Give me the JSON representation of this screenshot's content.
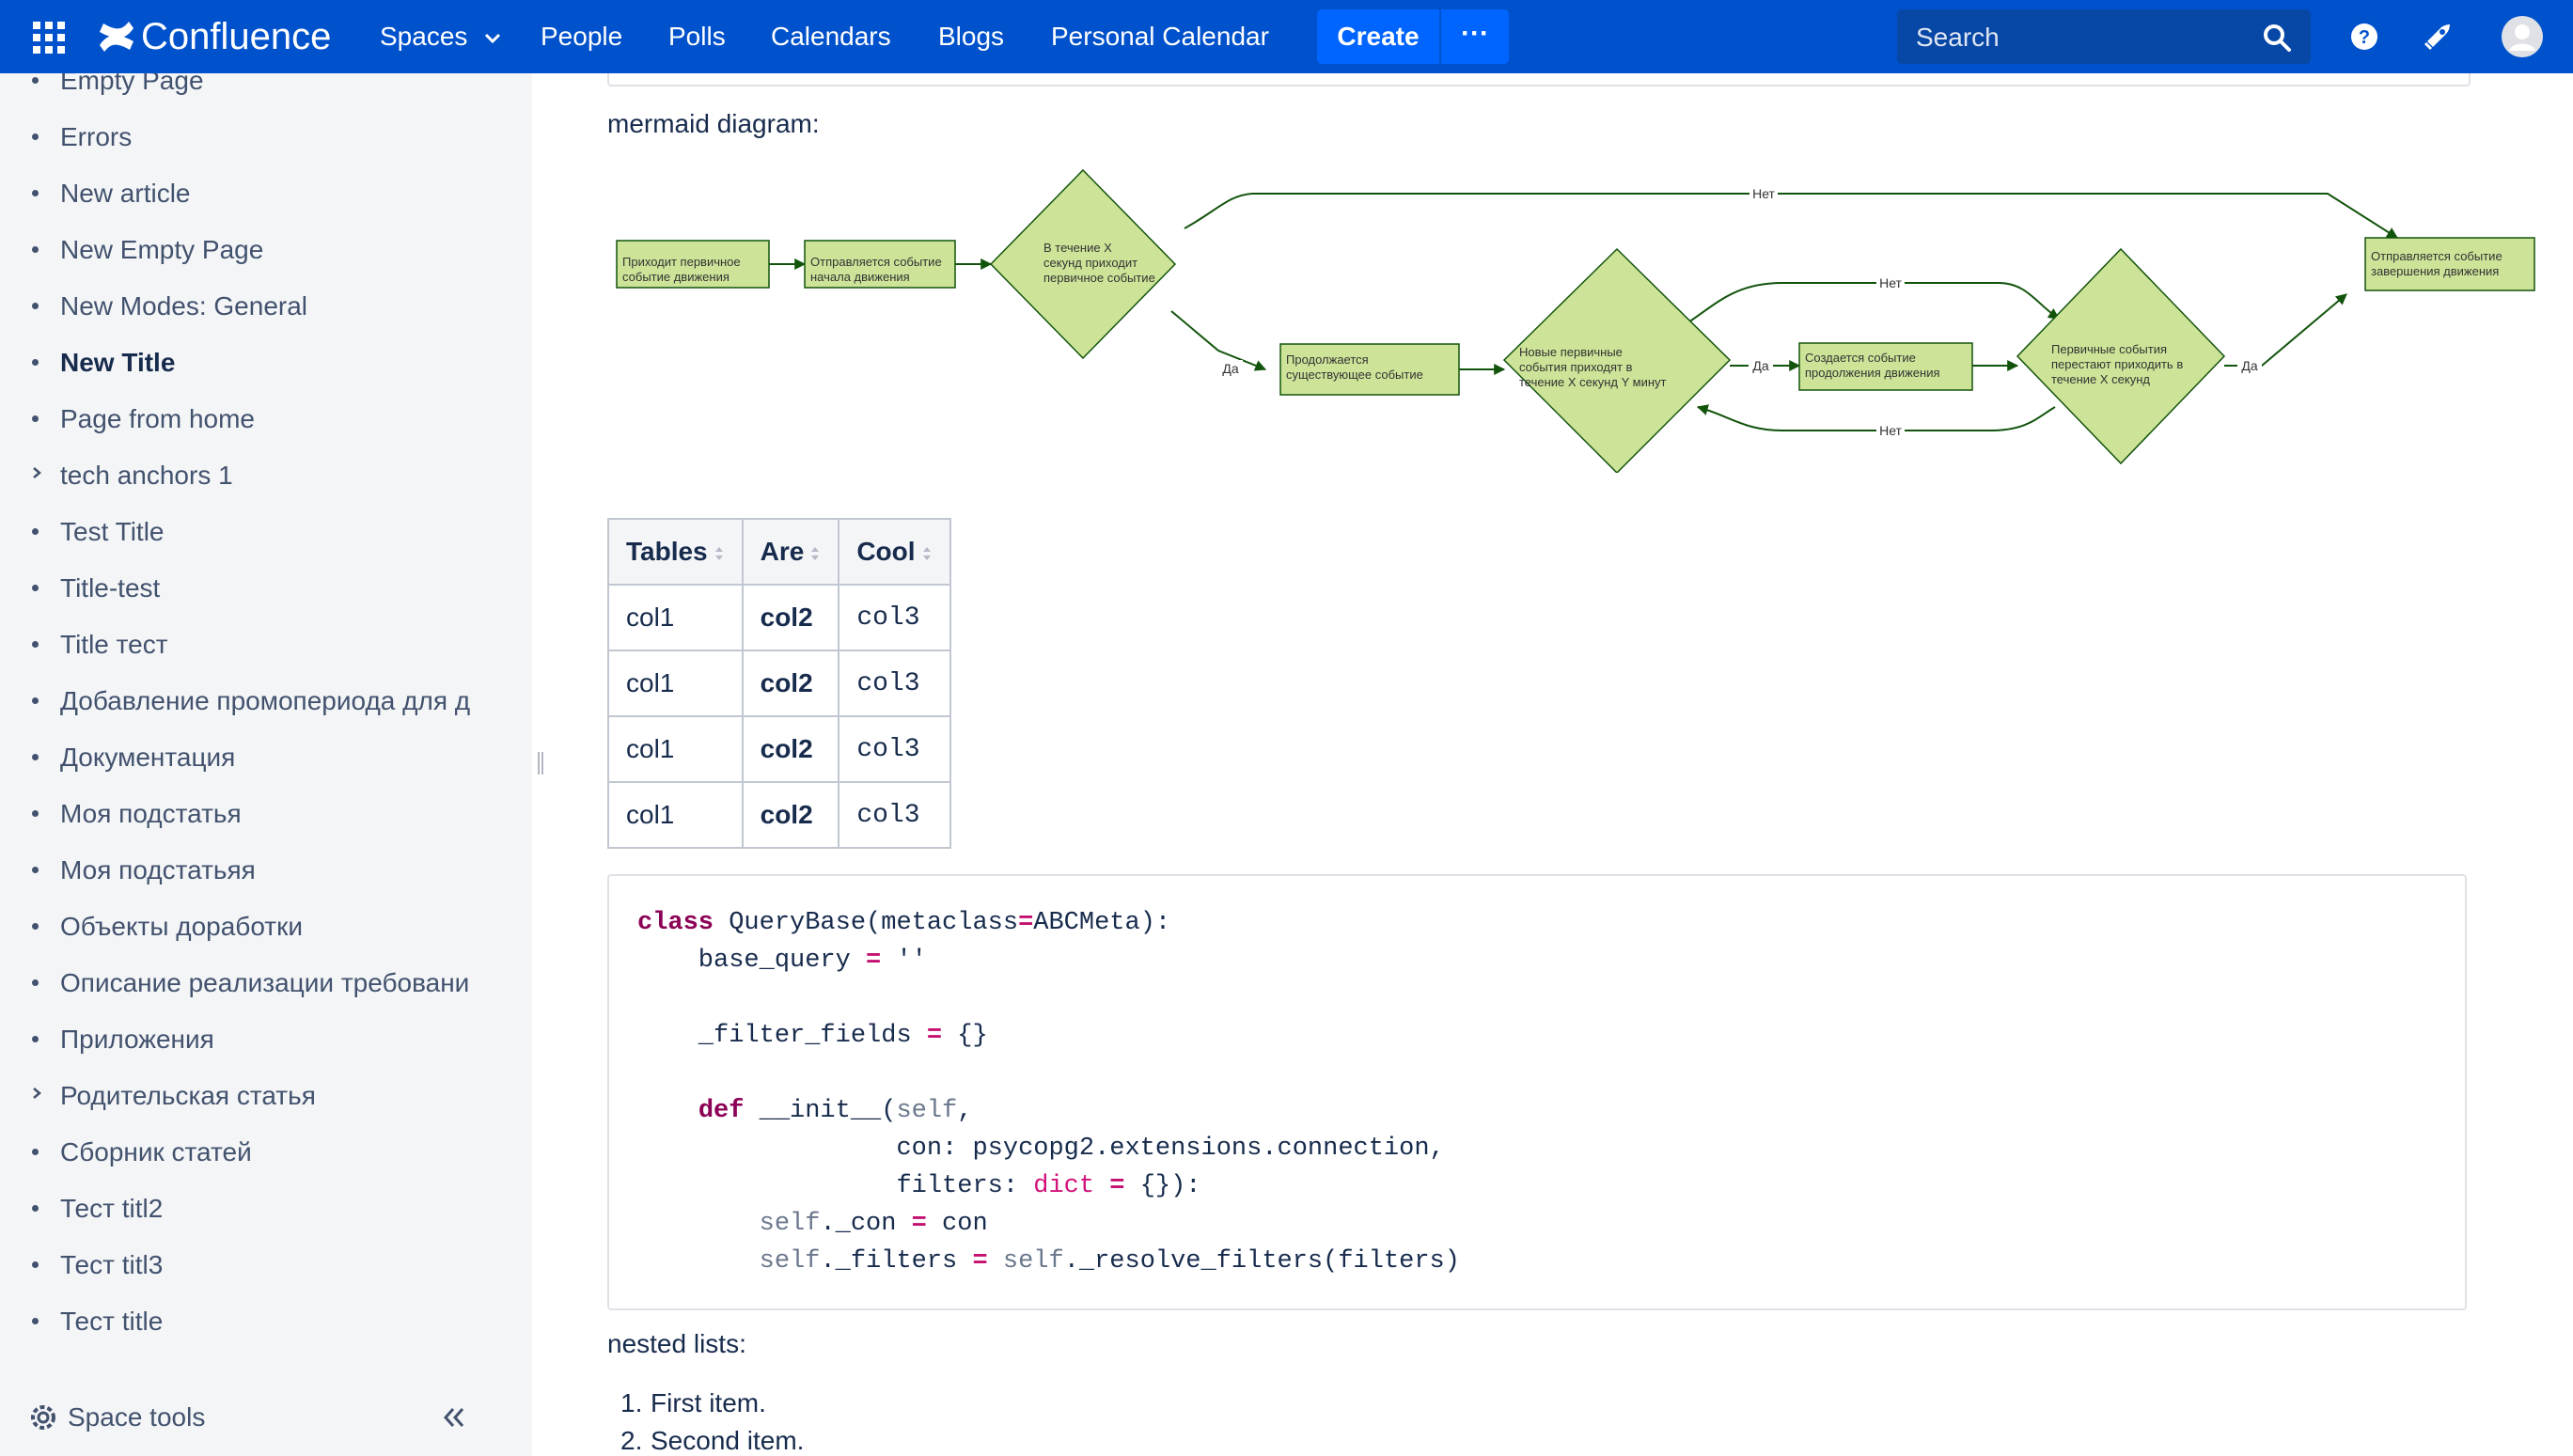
{
  "header": {
    "logo": "Confluence",
    "nav": [
      {
        "label": "Spaces",
        "dropdown": true
      },
      {
        "label": "People"
      },
      {
        "label": "Polls"
      },
      {
        "label": "Calendars"
      },
      {
        "label": "Blogs"
      },
      {
        "label": "Personal Calendar"
      }
    ],
    "create_label": "Create",
    "more_label": "···",
    "search_placeholder": "Search",
    "icons": [
      "help-icon",
      "notifications-icon",
      "avatar-icon"
    ],
    "color": "#0052cc"
  },
  "sidebar": {
    "items": [
      {
        "label": "Empty Page",
        "type": "bullet"
      },
      {
        "label": "Errors",
        "type": "bullet"
      },
      {
        "label": "New article",
        "type": "bullet"
      },
      {
        "label": "New Empty Page",
        "type": "bullet"
      },
      {
        "label": "New Modes: General",
        "type": "bullet"
      },
      {
        "label": "New Title",
        "type": "bullet",
        "current": true
      },
      {
        "label": "Page from home",
        "type": "bullet"
      },
      {
        "label": "tech anchors 1",
        "type": "chevron"
      },
      {
        "label": "Test Title",
        "type": "bullet"
      },
      {
        "label": "Title-test",
        "type": "bullet"
      },
      {
        "label": "Title тест",
        "type": "bullet"
      },
      {
        "label": "Добавление промопериода для д",
        "type": "bullet"
      },
      {
        "label": "Документация",
        "type": "bullet"
      },
      {
        "label": "Моя подстатья",
        "type": "bullet"
      },
      {
        "label": "Моя подстатьяя",
        "type": "bullet"
      },
      {
        "label": "Объекты доработки",
        "type": "bullet"
      },
      {
        "label": "Описание реализации требовани",
        "type": "bullet"
      },
      {
        "label": "Приложения",
        "type": "bullet"
      },
      {
        "label": "Родительская статья",
        "type": "chevron"
      },
      {
        "label": "Сборник статей",
        "type": "bullet"
      },
      {
        "label": "Тест titl2",
        "type": "bullet"
      },
      {
        "label": "Тест titl3",
        "type": "bullet"
      },
      {
        "label": "Тест title",
        "type": "bullet"
      }
    ],
    "space_tools_label": "Space tools",
    "collapse_label": "«"
  },
  "content": {
    "mermaid_label": "mermaid diagram:",
    "diagram": {
      "nodes": {
        "n1": "Приходит первичное|событие движения",
        "n2": "Отправляется событие|начала движения",
        "n3": "В течение X|секунд приходит|первичное событие",
        "n4": "Продолжается|существующее событие",
        "n5": "Новые первичные|события приходят в|течение X секунд Y минут",
        "n6": "Создается событие|продолжения движения",
        "n7": "Первичные события|перестают приходить в|течение X секунд",
        "n8": "Отправляется событие|завершения движения"
      },
      "edges": {
        "no": "Нет",
        "yes": "Да"
      },
      "fill": "#cde498",
      "stroke": "#13540c"
    },
    "table": {
      "headers": [
        "Tables",
        "Are",
        "Cool"
      ],
      "rows": [
        [
          "col1",
          "col2",
          "col3"
        ],
        [
          "col1",
          "col2",
          "col3"
        ],
        [
          "col1",
          "col2",
          "col3"
        ],
        [
          "col1",
          "col2",
          "col3"
        ]
      ]
    },
    "code": {
      "language": "python",
      "lines": [
        "class QueryBase(metaclass=ABCMeta):",
        "    base_query = ''",
        "",
        "    _filter_fields = {}",
        "",
        "    def __init__(self,",
        "                 con: psycopg2.extensions.connection,",
        "                 filters: dict = {}):",
        "        self._con = con",
        "        self._filters = self._resolve_filters(filters)"
      ]
    },
    "nested_label": "nested lists:",
    "list_items": [
      {
        "num": "1.",
        "text": "First item."
      },
      {
        "num": "2.",
        "text": "Second item."
      }
    ]
  }
}
